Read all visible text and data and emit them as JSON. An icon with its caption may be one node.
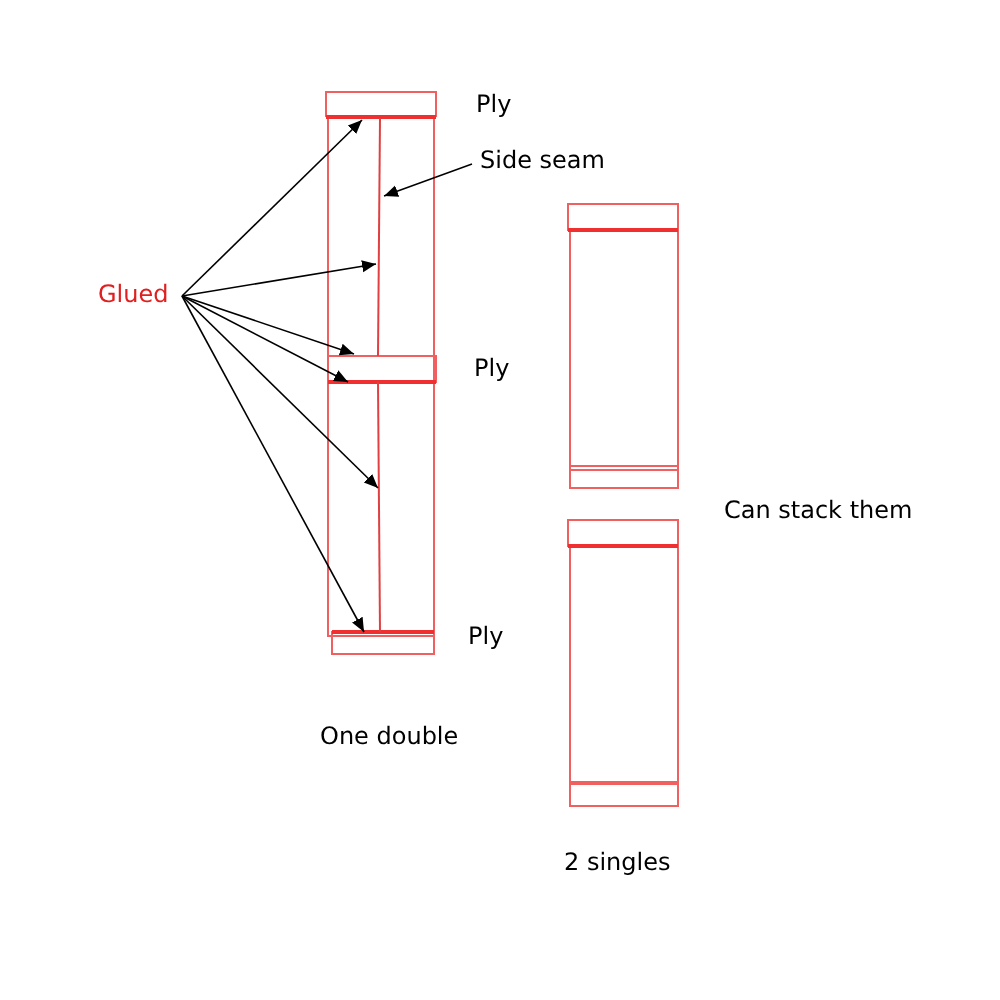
{
  "diagram": {
    "nodes": [
      {
        "text": [
          "Glued"
        ]
      },
      {
        "text": [
          "Side seam"
        ]
      }
    ],
    "edges": [
      {
        "from": 0,
        "to": null,
        "arrow": "to"
      },
      {
        "from": 0,
        "to": null,
        "arrow": "to"
      },
      {
        "from": 0,
        "to": null,
        "arrow": "to"
      },
      {
        "from": 0,
        "to": null,
        "arrow": "to"
      },
      {
        "from": 0,
        "to": null,
        "arrow": "to"
      },
      {
        "from": 0,
        "to": null,
        "arrow": "to"
      },
      {
        "from": 1,
        "to": null,
        "arrow": "to"
      }
    ],
    "labels": [
      "Ply",
      "Ply",
      "Ply",
      "One double",
      "Can stack them",
      "2 singles"
    ]
  }
}
